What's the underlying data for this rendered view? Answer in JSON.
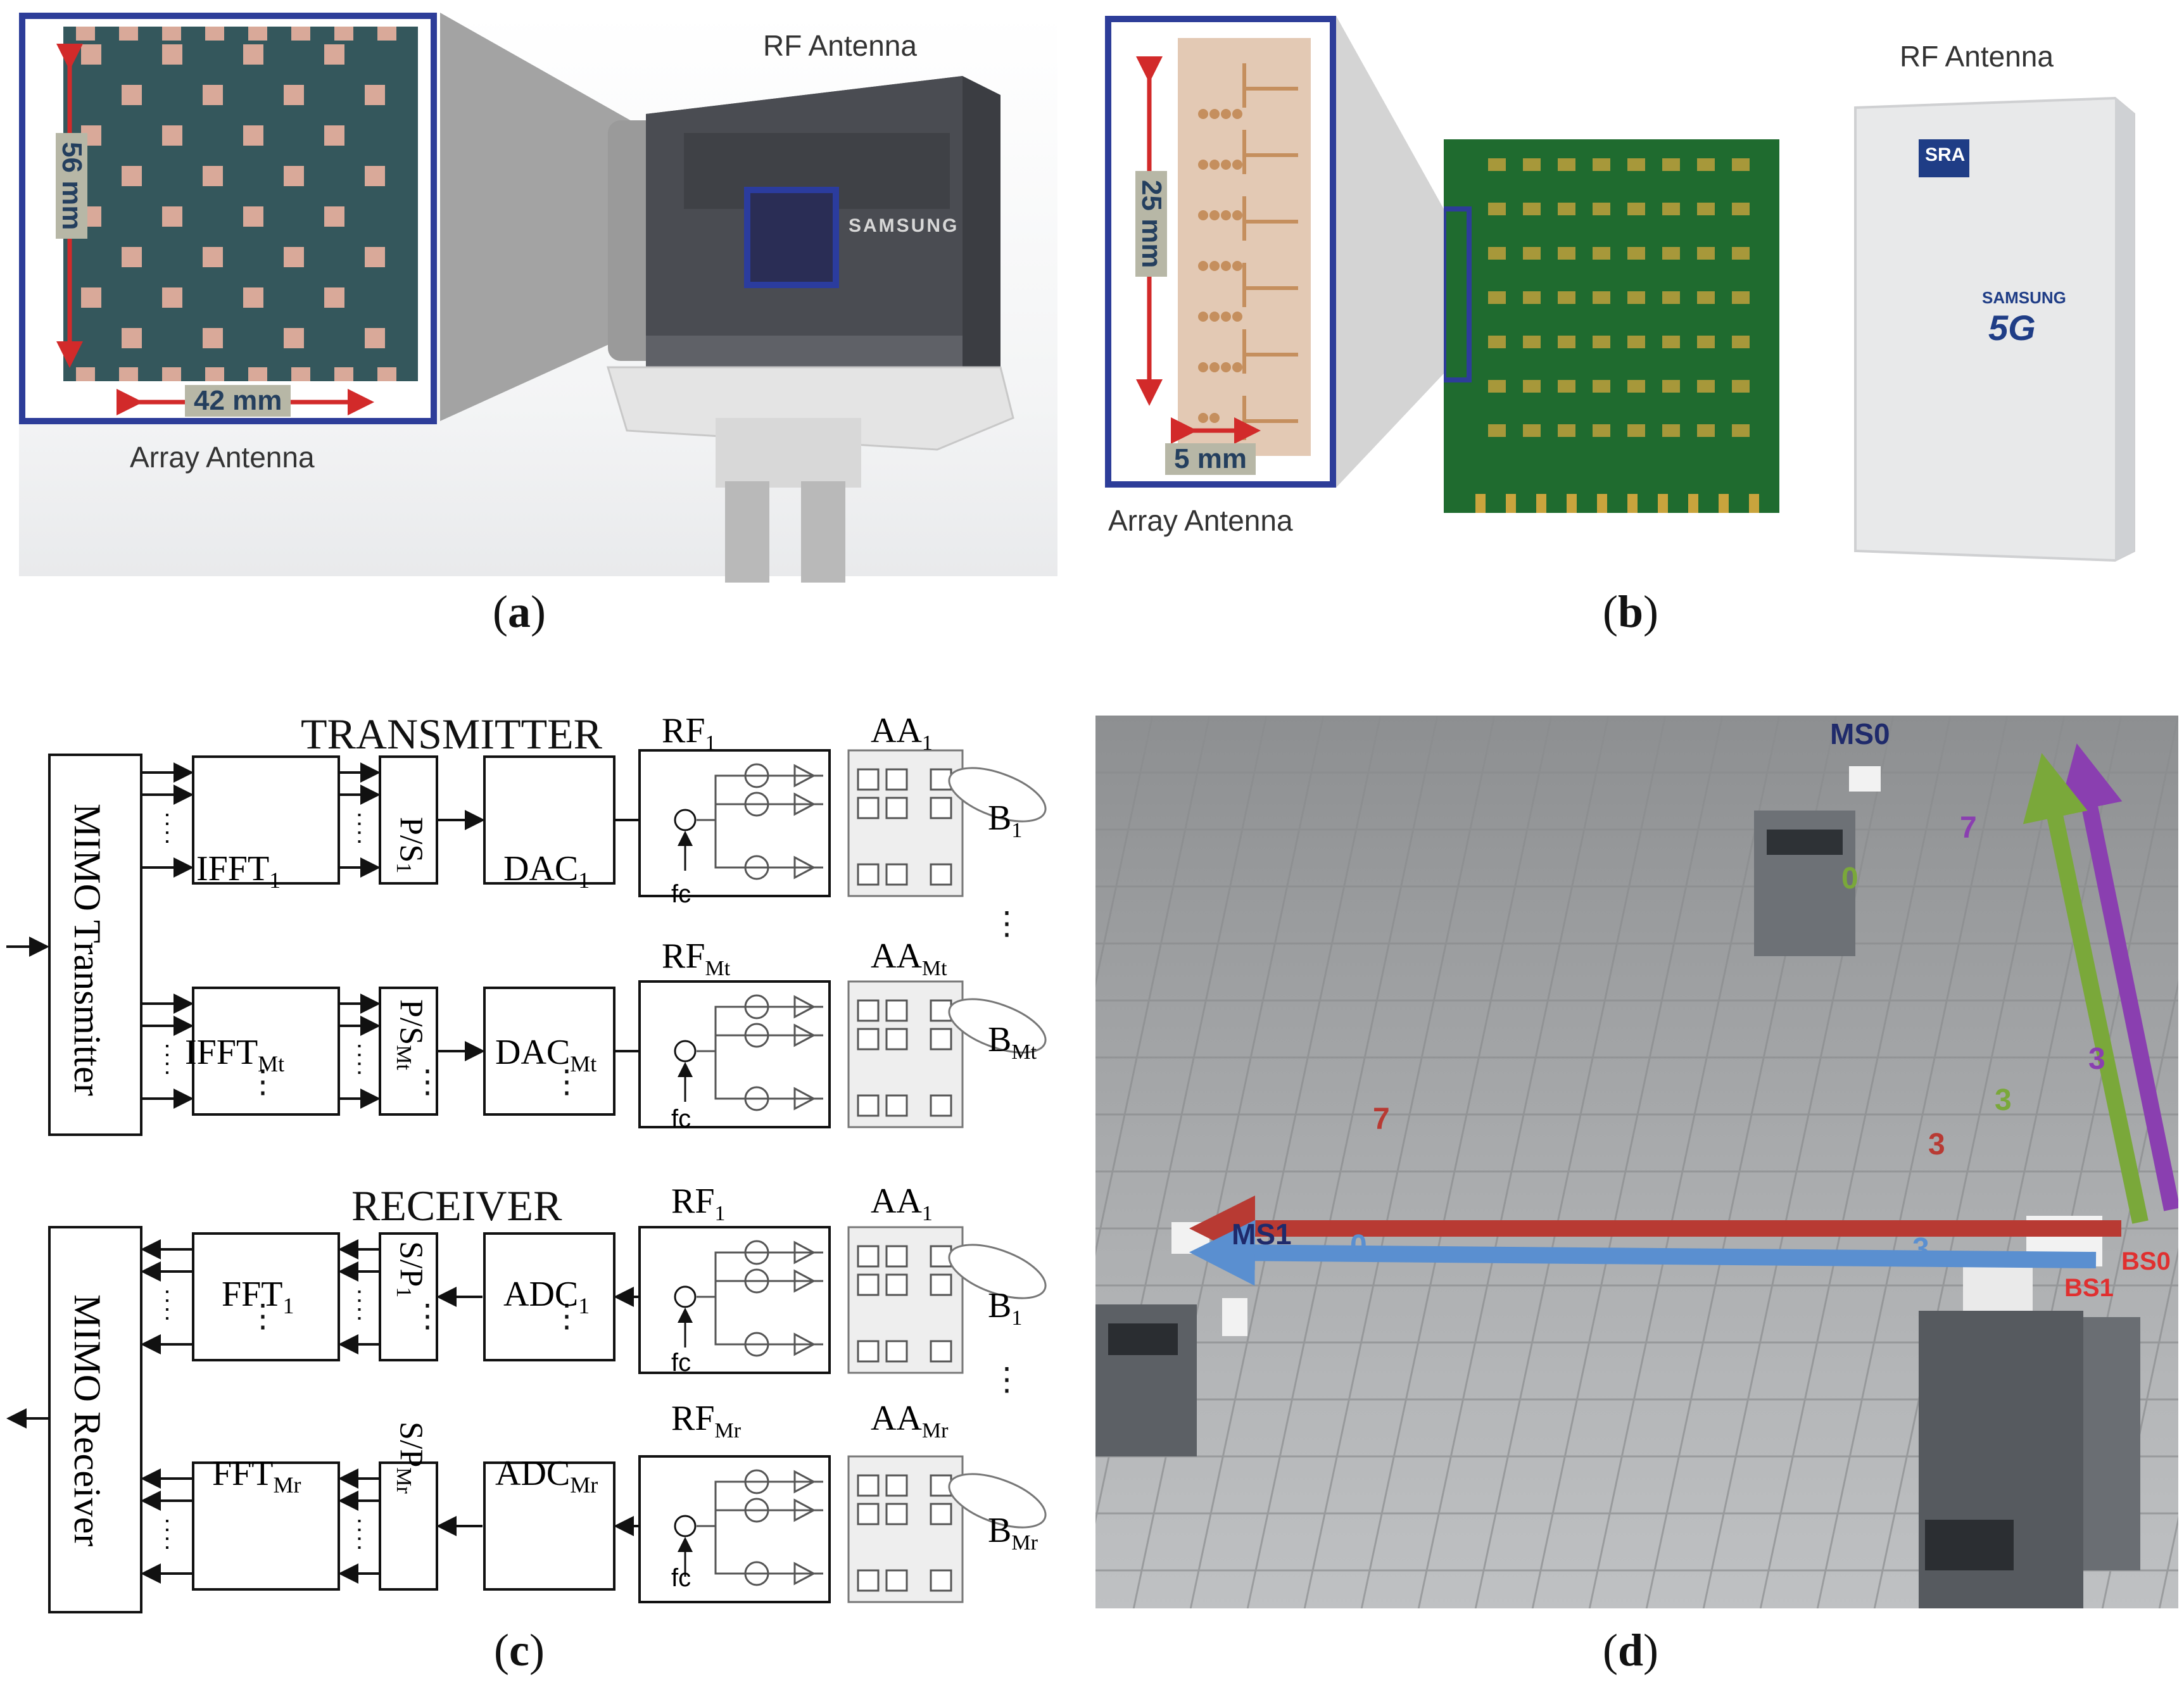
{
  "panel_a": {
    "rf_antenna_label": "RF Antenna",
    "array_antenna_label": "Array Antenna",
    "height_dim": "56 mm",
    "width_dim": "42 mm",
    "brand": "SAMSUNG",
    "caption_letter": "a"
  },
  "panel_b": {
    "rf_antenna_label": "RF Antenna",
    "array_antenna_label": "Array Antenna",
    "height_dim": "25 mm",
    "width_dim": "5 mm",
    "box_logo_1": "SRA",
    "box_logo_2": "SAMSUNG",
    "box_logo_3": "5G",
    "caption_letter": "b"
  },
  "panel_c": {
    "transmitter_title": "TRANSMITTER",
    "receiver_title": "RECEIVER",
    "mimo_tx": "MIMO Transmitter",
    "mimo_rx": "MIMO Receiver",
    "ifft1": "IFFT",
    "ifft1_sub": "1",
    "ifftm": "IFFT",
    "ifftm_sub": "Mt",
    "ps1": "P/S",
    "ps1_sub": "1",
    "psm": "P/S",
    "psm_sub": "Mt",
    "dac1": "DAC",
    "dac1_sub": "1",
    "dacm": "DAC",
    "dacm_sub": "Mt",
    "rf_tx1": "RF",
    "rf_tx1_sub": "1",
    "rf_txm": "RF",
    "rf_txm_sub": "Mt",
    "aa_tx1": "AA",
    "aa_tx1_sub": "1",
    "aa_txm": "AA",
    "aa_txm_sub": "Mt",
    "b_tx1": "B",
    "b_tx1_sub": "1",
    "b_txm": "B",
    "b_txm_sub": "Mt",
    "fft1": "FFT",
    "fft1_sub": "1",
    "fftm": "FFT",
    "fftm_sub": "Mr",
    "sp1": "S/P",
    "sp1_sub": "1",
    "spm": "S/P",
    "spm_sub": "Mr",
    "adc1": "ADC",
    "adc1_sub": "1",
    "adcm": "ADC",
    "adcm_sub": "Mr",
    "rf_rx1": "RF",
    "rf_rx1_sub": "1",
    "rf_rxm": "RF",
    "rf_rxm_sub": "Mr",
    "aa_rx1": "AA",
    "aa_rx1_sub": "1",
    "aa_rxm": "AA",
    "aa_rxm_sub": "Mr",
    "b_rx1": "B",
    "b_rx1_sub": "1",
    "b_rxm": "B",
    "b_rxm_sub": "Mr",
    "fc": "fc",
    "caption_letter": "c"
  },
  "panel_d": {
    "ms0": "MS0",
    "ms1": "MS1",
    "bs0": "BS0",
    "bs1": "BS1",
    "beam_purple_top": "7",
    "beam_purple_bottom": "3",
    "beam_green_top": "0",
    "beam_green_bottom": "3",
    "beam_red_left": "7",
    "beam_red_right": "3",
    "beam_blue_left": "0",
    "beam_blue_right": "3",
    "colors": {
      "purple": "#8a3fb0",
      "green": "#7aa83a",
      "red": "#b83a33",
      "blue": "#5a8fd0",
      "navy": "#1f2a6b",
      "bsred": "#e03030"
    },
    "caption_letter": "d"
  }
}
